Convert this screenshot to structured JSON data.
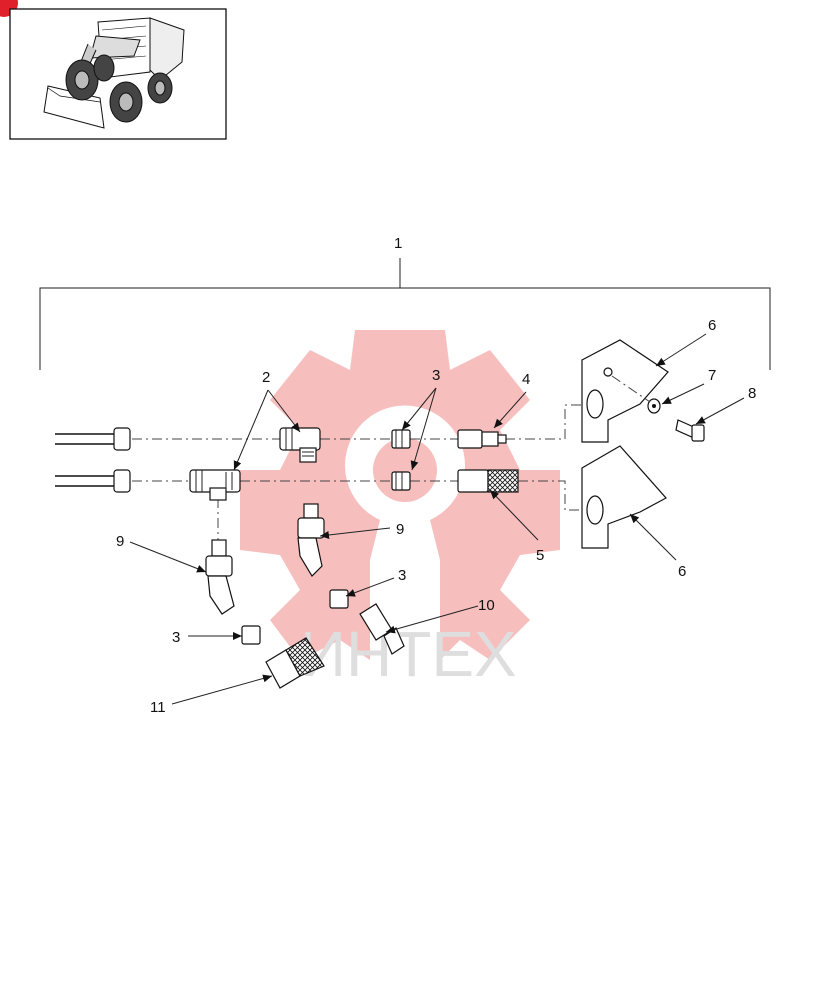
{
  "thumbnail": {
    "icon": "skid-steer-loader-icon"
  },
  "watermark": {
    "text": "ИНТЕХ",
    "color": "#f4a6a6",
    "icon": "gear-icon"
  },
  "badge": {
    "color": "#e0202a"
  },
  "callouts": {
    "c1": "1",
    "c2": "2",
    "c3a": "3",
    "c3b": "3",
    "c3c": "3",
    "c4": "4",
    "c5": "5",
    "c6a": "6",
    "c6b": "6",
    "c7": "7",
    "c8": "8",
    "c9a": "9",
    "c9b": "9",
    "c10": "10",
    "c11": "11"
  }
}
